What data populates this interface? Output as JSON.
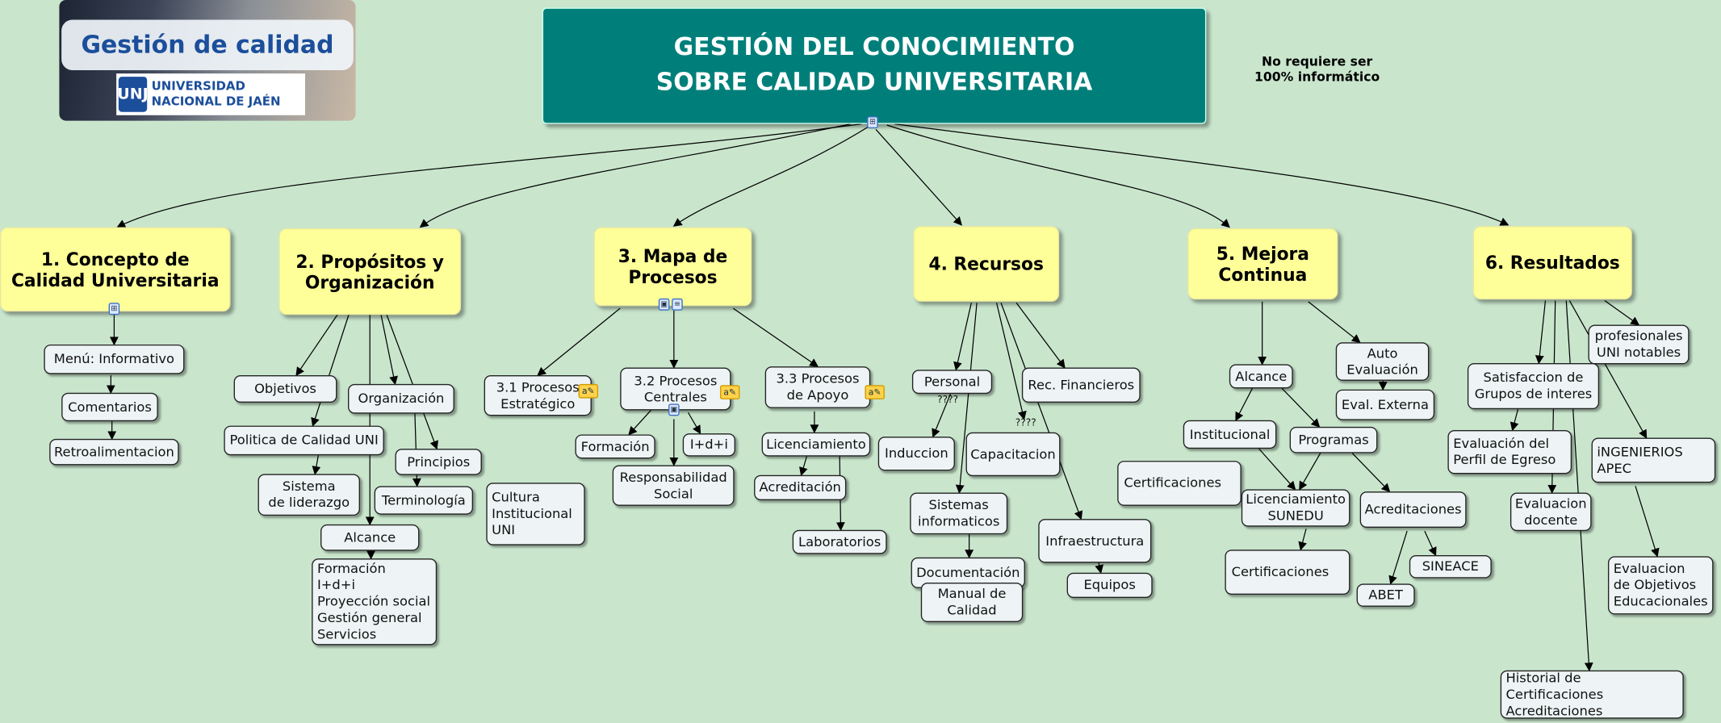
{
  "logo": {
    "headline": "Gestión de calidad",
    "mark": "UNJ",
    "university": "UNIVERSIDAD\nNACIONAL DE JAÉN"
  },
  "title": {
    "line1": "GESTIÓN DEL CONOCIMIENTO",
    "line2": "SOBRE CALIDAD UNIVERSITARIA"
  },
  "note": "No requiere ser\n100% informático",
  "colors": {
    "background": "#c9e6cd",
    "title_bg": "#007f7a",
    "topic_bg": "#ffff99",
    "node_bg": "#eef4f5"
  },
  "topics": [
    "1. Concepto de\nCalidad Universitaria",
    "2. Propósitos y\nOrganización",
    "3. Mapa de\nProcesos",
    "4. Recursos",
    "5. Mejora\nContinua",
    "6. Resultados"
  ],
  "t1": [
    "Menú: Informativo",
    "Comentarios",
    "Retroalimentacion"
  ],
  "t2": [
    "Objetivos",
    "Organización",
    "Politica de Calidad UNI",
    "Principios",
    "Sistema\nde liderazgo",
    "Terminología",
    "Alcance",
    "Formación\nI+d+i\nProyección social\nGestión general\nServicios"
  ],
  "t3": [
    "3.1 Procesos\nEstratégico",
    "Cultura\nInstitucional\nUNI",
    "3.2 Procesos\nCentrales",
    "Formación",
    "I+d+i",
    "Responsabilidad\nSocial",
    "3.3 Procesos\nde Apoyo",
    "Licenciamiento",
    "Acreditación",
    "Laboratorios"
  ],
  "t4": [
    "Personal",
    "Rec. Financieros",
    "Induccion",
    "Capacitacion",
    "Sistemas\ninformaticos",
    "Documentación",
    "Manual de\nCalidad",
    "Infraestructura",
    "Equipos"
  ],
  "t4_links": [
    "????",
    "????"
  ],
  "t5": [
    "Alcance",
    "Auto\nEvaluación",
    "Eval. Externa",
    "Institucional",
    "Programas",
    "Certificaciones",
    "Licenciamiento\nSUNEDU",
    "Acreditaciones",
    "Certificaciones",
    "SINEACE",
    "ABET"
  ],
  "t6": [
    "profesionales\nUNI notables",
    "Satisfaccion de\nGrupos de interes",
    "Evaluación del\nPerfil de Egreso",
    "iNGENIERIOS\nAPEC",
    "Evaluacion\ndocente",
    "Evaluacion\nde Objetivos\nEducacionales",
    "Historial de Certificaciones\nAcreditaciones"
  ],
  "icons": {
    "submap": "submap-icon",
    "image": "image-icon",
    "note": "note-icon"
  }
}
